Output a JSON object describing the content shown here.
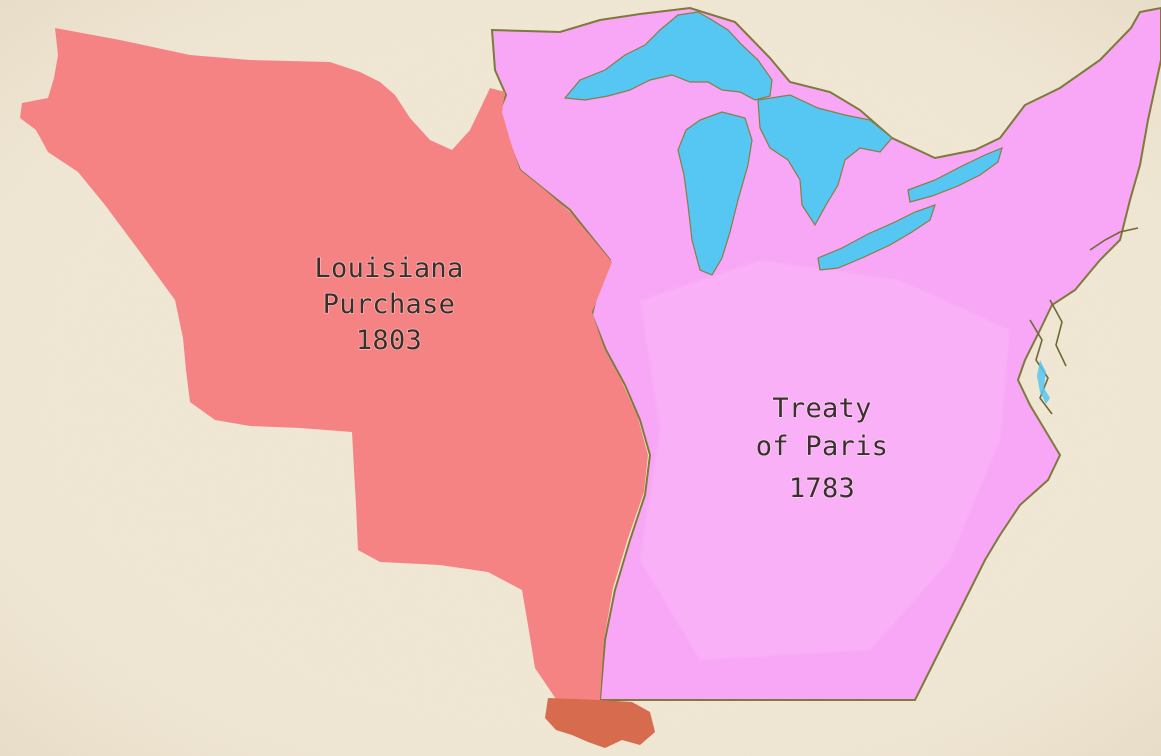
{
  "regions": [
    {
      "id": "louisiana-purchase",
      "lines": [
        "Louisiana",
        "Purchase",
        "1803"
      ],
      "fill": "#f58383"
    },
    {
      "id": "treaty-of-paris",
      "lines": [
        "Treaty",
        "of Paris",
        "1783"
      ],
      "fill": "#f8a6f6"
    }
  ],
  "colors": {
    "background": "#f1e8d6",
    "lakes": "#56c6f2",
    "delta": "#d66b4e",
    "coast": "#7d7a3a"
  }
}
